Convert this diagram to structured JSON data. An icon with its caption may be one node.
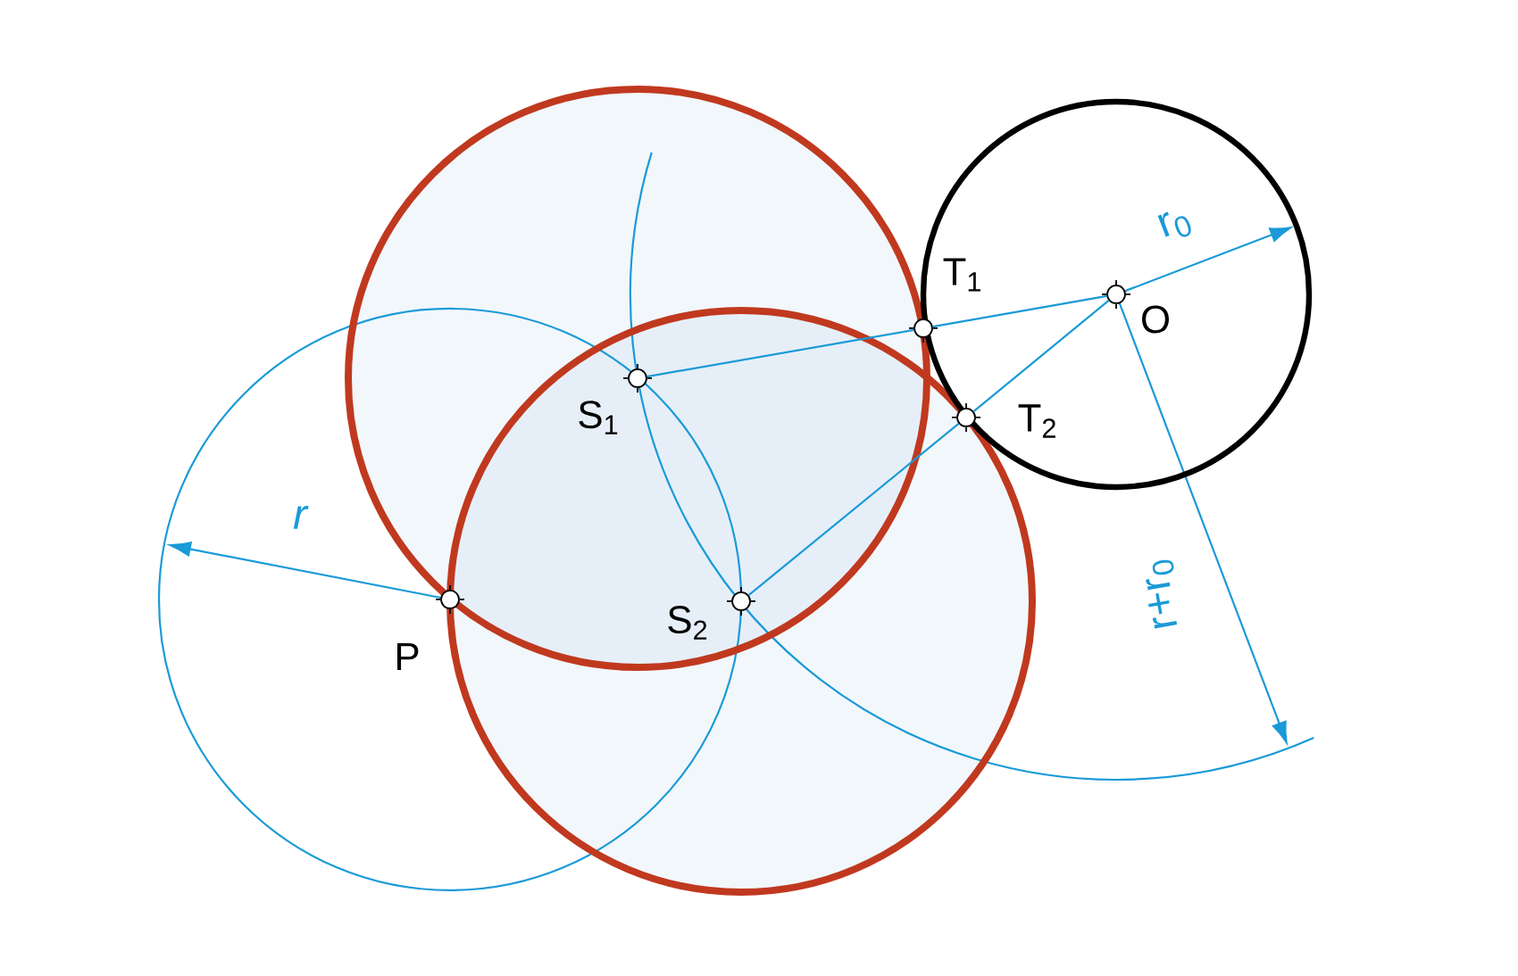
{
  "diagram": {
    "nodes": [
      {
        "text": [
          "P"
        ]
      },
      {
        "text": [
          "S$_{1}$"
        ]
      },
      {
        "text": [
          "S$_{2}$"
        ]
      },
      {
        "text": [
          "T$_{1}$"
        ]
      },
      {
        "text": [
          "T$_{2}$"
        ]
      },
      {
        "text": [
          "O"
        ]
      }
    ],
    "edges": [
      {
        "from": 1,
        "to": 3,
        "arrow": "none"
      },
      {
        "from": 3,
        "to": 5,
        "arrow": "none"
      },
      {
        "from": 2,
        "to": 4,
        "arrow": "none"
      },
      {
        "from": 4,
        "to": 5,
        "arrow": "none"
      }
    ],
    "labels": [
      "r",
      "r$_{0}$",
      "r+r$_{0}$"
    ]
  }
}
